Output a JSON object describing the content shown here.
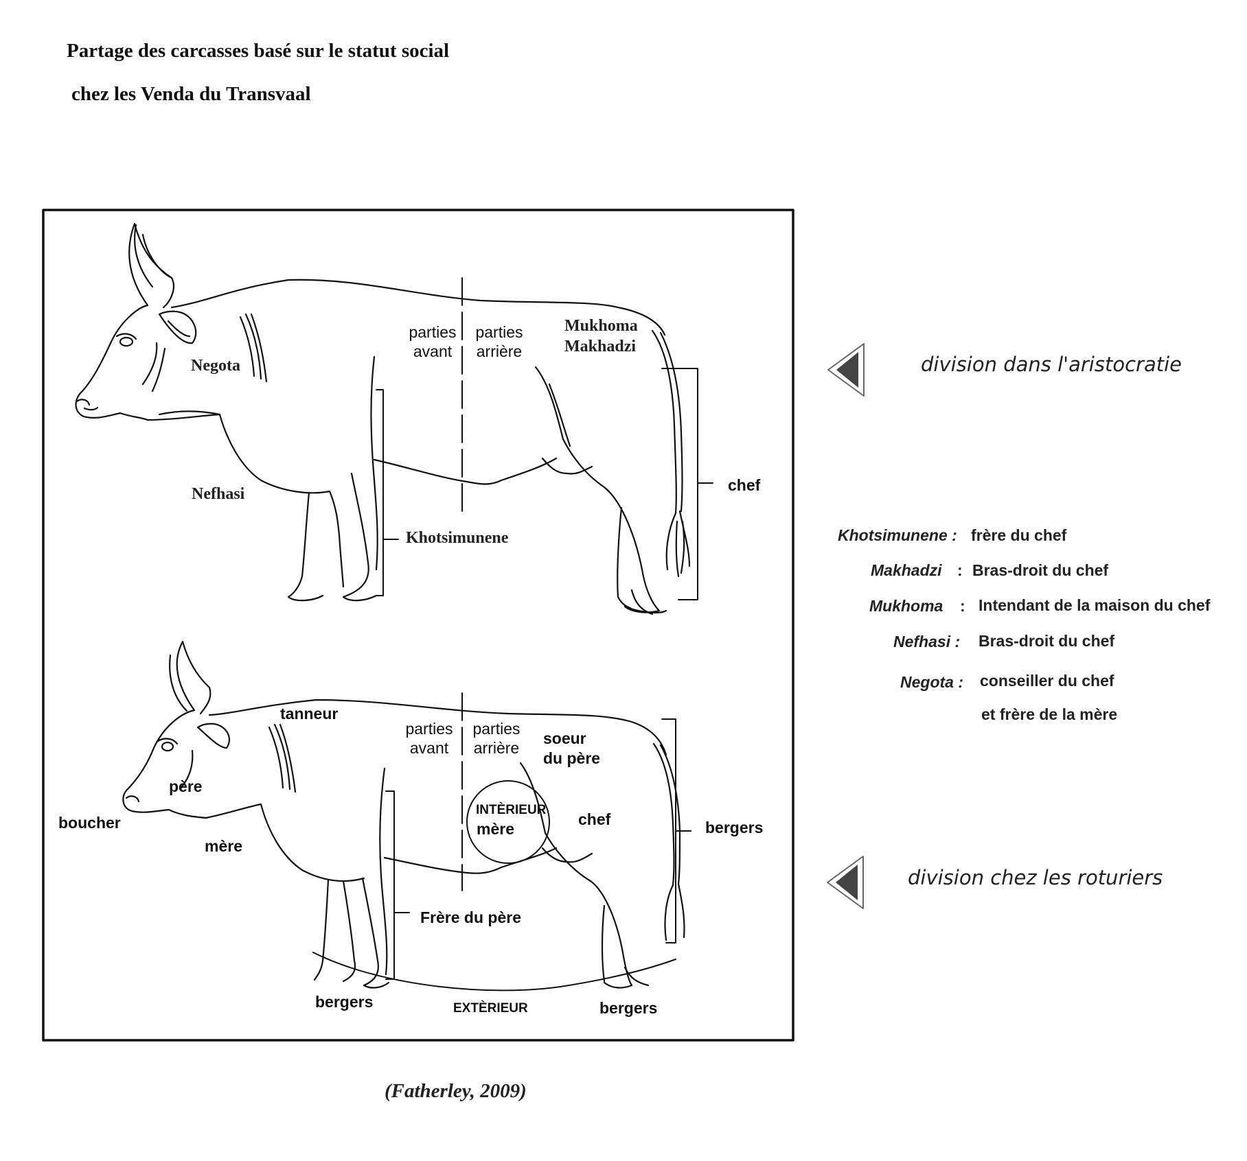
{
  "title": {
    "line1": "Partage des carcasses basé sur le statut social",
    "line2": "chez les  Venda du Transvaal"
  },
  "top_cow": {
    "front_label": "parties\navant",
    "rear_label": "parties\narrière",
    "negota": "Negota",
    "nefhasi": "Nefhasi",
    "khotsimunene": "Khotsimunene",
    "mukhoma": "Mukhoma",
    "makhadzi": "Makhadzi",
    "chef": "chef"
  },
  "bottom_cow": {
    "front_label": "parties\navant",
    "rear_label": "parties\narrière",
    "tanneur": "tanneur",
    "pere": "père",
    "boucher": "boucher",
    "mere": "mère",
    "frere_du_pere": "Frère du père",
    "soeur_du_pere": "soeur\ndu père",
    "interieur": "INTÈRIEUR",
    "interieur_mere": "mère",
    "chef": "chef",
    "bergers_right": "bergers",
    "bergers_left": "bergers",
    "bergers_bottom": "bergers",
    "exterieur": "EXTÈRIEUR"
  },
  "divisions": {
    "aristocratie": "division dans l'aristocratie",
    "roturiers": "division chez les roturiers"
  },
  "legend": [
    {
      "term": "Khotsimunene :",
      "definition": "frère du chef"
    },
    {
      "term": "Makhadzi",
      "sep": ":",
      "definition": "Bras-droit du chef"
    },
    {
      "term": "Mukhoma",
      "sep": ":",
      "definition": "Intendant de la maison du chef"
    },
    {
      "term": "Nefhasi :",
      "definition": "Bras-droit du chef"
    },
    {
      "term": "Negota :",
      "definition": "conseiller du chef",
      "definition2": "et frère de la mère"
    }
  ],
  "citation": "(Fatherley, 2009)"
}
